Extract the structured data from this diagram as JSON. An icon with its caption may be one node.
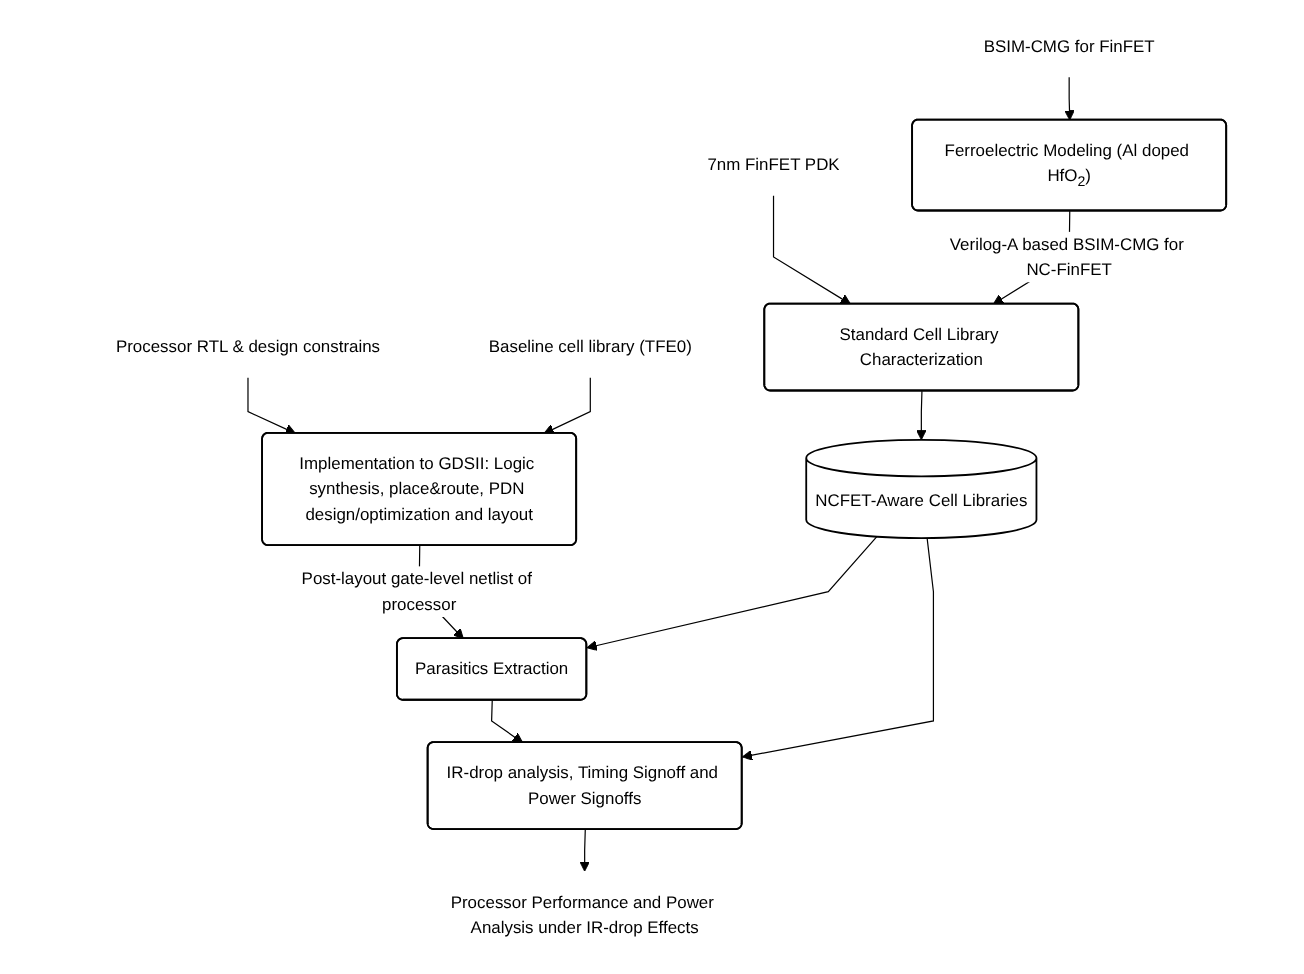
{
  "diagram": {
    "nodes": [
      {
        "text": [
          "BSIM-CMG for FinFET"
        ]
      },
      {
        "text": [
          "7nm FinFET PDK"
        ]
      },
      {
        "text": [
          "Processor RTL & design constrains"
        ]
      },
      {
        "text": [
          "Baseline cell library (TFE0)"
        ]
      },
      {
        "text": [
          "Ferroelectric Modeling (Al doped HfO$_{2}$)"
        ]
      },
      {
        "text": [
          "Implementation to GDSII: Logic synthesis, place&route, PDN design/optimization and layout"
        ]
      },
      {
        "text": [
          "Standard Cell Library Characterization"
        ]
      },
      {
        "text": [
          "Parasitics Extraction"
        ]
      },
      {
        "text": [
          "NCFET-Aware Cell Libraries"
        ]
      },
      {
        "text": [
          "IR-drop analysis, Timing Signoff and Power Signoffs"
        ]
      },
      {
        "text": [
          "Processor Performance and Power Analysis under IR-drop Effects"
        ]
      }
    ],
    "edges": [
      {
        "from": 0,
        "to": 4,
        "arrow": "to"
      },
      {
        "from": 4,
        "to": 6,
        "arrow": "to",
        "label": "Verilog-A based BSIM-CMG for NC-FinFET"
      },
      {
        "from": 1,
        "to": 6,
        "arrow": "to"
      },
      {
        "from": 2,
        "to": 5,
        "arrow": "to"
      },
      {
        "from": 3,
        "to": 5,
        "arrow": "to"
      },
      {
        "from": 5,
        "to": 7,
        "arrow": "to",
        "label": "Post-layout gate-level netlist of processor"
      },
      {
        "from": 6,
        "to": 8,
        "arrow": "to"
      },
      {
        "from": 8,
        "to": 7,
        "arrow": "to"
      },
      {
        "from": 8,
        "to": 9,
        "arrow": "to"
      },
      {
        "from": 7,
        "to": 9,
        "arrow": "to"
      },
      {
        "from": 9,
        "to": 10,
        "arrow": "to"
      }
    ]
  }
}
